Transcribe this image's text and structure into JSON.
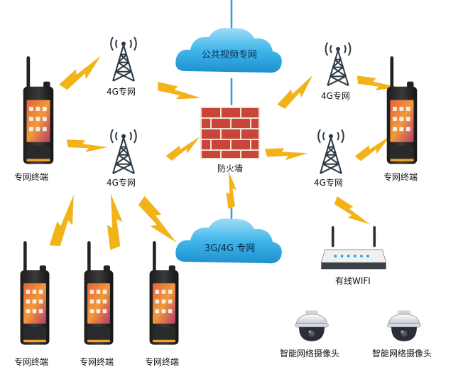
{
  "labels": {
    "public_video_net": "公共视频专网",
    "net_3g4g": "3G/4G 专网",
    "firewall": "防火墙",
    "tower_4g": "4G专网",
    "terminal": "专网终端",
    "wired_wifi": "有线WIFI",
    "smart_camera": "智能网络摄像头"
  },
  "colors": {
    "cloud": "#36b5ea",
    "bolt": "#f2b318",
    "tower": "#2d3a46",
    "brick": "#c9443a",
    "mortar": "#f0e2cf",
    "line": "#2f9ed8"
  }
}
